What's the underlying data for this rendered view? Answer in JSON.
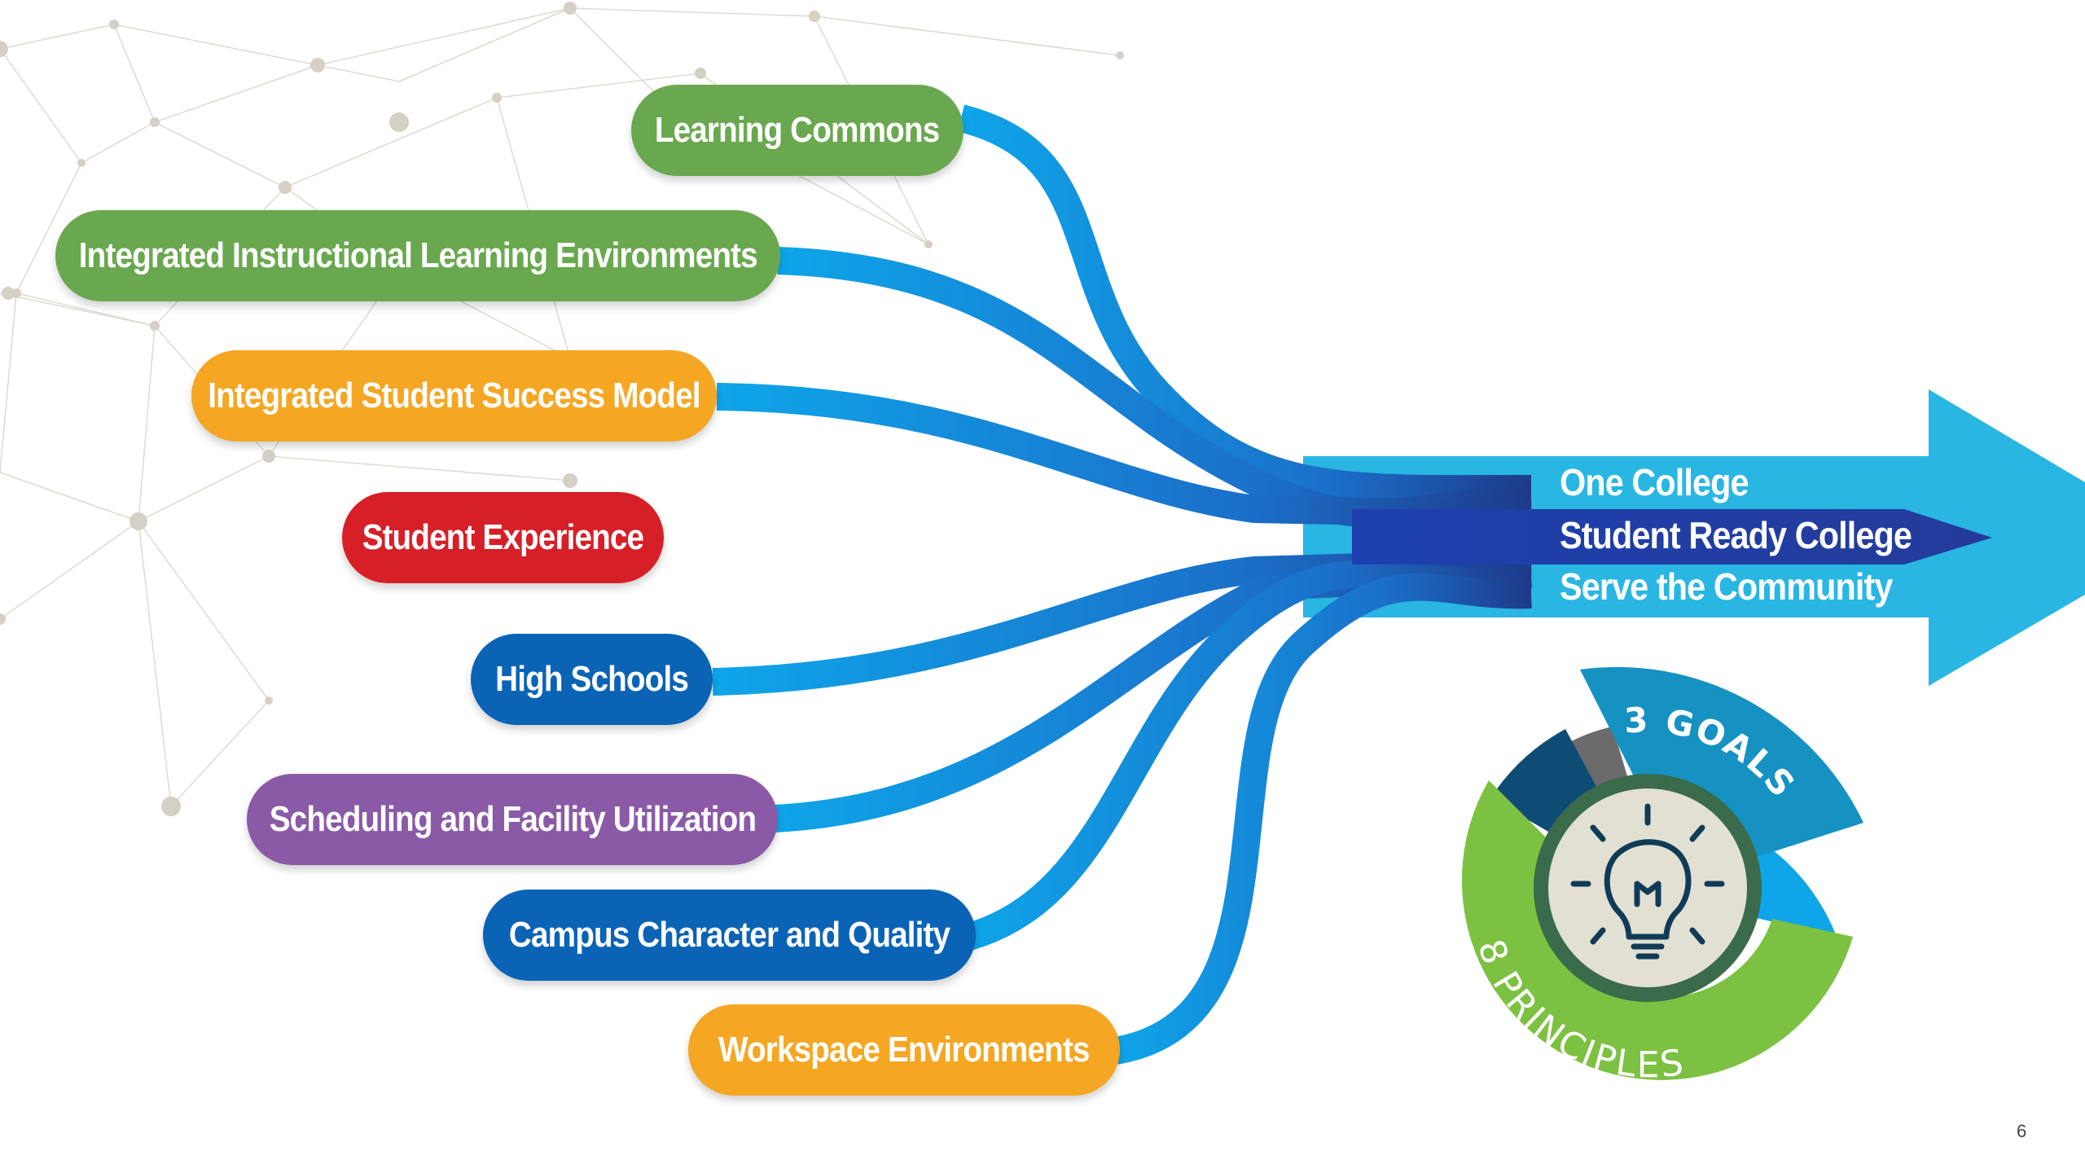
{
  "slide": {
    "page_number": "6"
  },
  "initiatives": [
    {
      "label": "Learning Commons",
      "color": "#6aa84f"
    },
    {
      "label": "Integrated Instructional Learning Environments",
      "color": "#6aa84f"
    },
    {
      "label": "Integrated Student Success Model",
      "color": "#f5a623"
    },
    {
      "label": "Student Experience",
      "color": "#d71f27"
    },
    {
      "label": "High Schools",
      "color": "#0b63b5"
    },
    {
      "label": "Scheduling and Facility Utilization",
      "color": "#8a5aa6"
    },
    {
      "label": "Campus Character and Quality",
      "color": "#0b63b5"
    },
    {
      "label": "Workspace Environments",
      "color": "#f5a623"
    }
  ],
  "goals": [
    "One College",
    "Student Ready College",
    "Serve the Community"
  ],
  "emblem": {
    "goals_label": "3 GOALS",
    "principles_label": "8 PRINCIPLES",
    "center_icon": "lightbulb-icon"
  },
  "colors": {
    "stream": "#0ea5e9",
    "arrow": "#29b6e3",
    "arrow_dark": "#1e3a8a",
    "green": "#7dc142",
    "teal": "#1591c2",
    "navy": "#0f4c75"
  }
}
